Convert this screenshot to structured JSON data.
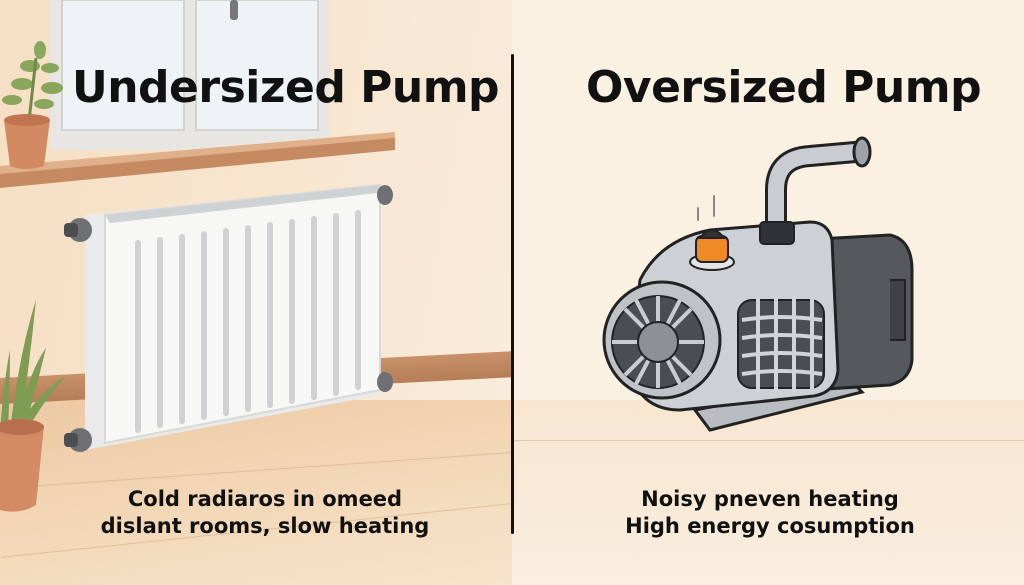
{
  "left_panel": {
    "title": "Undersized Pump",
    "caption_lines": [
      "Cold radiaros in omeed",
      "dislant rooms, slow heating"
    ],
    "illustration": [
      "window-icon",
      "potted-plant-icon",
      "radiator-icon",
      "potted-plant-icon"
    ]
  },
  "right_panel": {
    "title": "Oversized Pump",
    "caption_lines": [
      "Noisy pneven heating",
      "High energy cosumption"
    ],
    "illustration": [
      "pump-icon"
    ]
  },
  "colors": {
    "text": "#111111",
    "divider": "#111111",
    "wall": "#fbf1e3",
    "baseboard": "#b67d57",
    "pump_accent": "#f08a24",
    "pump_body": "#c9cdd1",
    "pump_motor": "#4a4d52"
  }
}
